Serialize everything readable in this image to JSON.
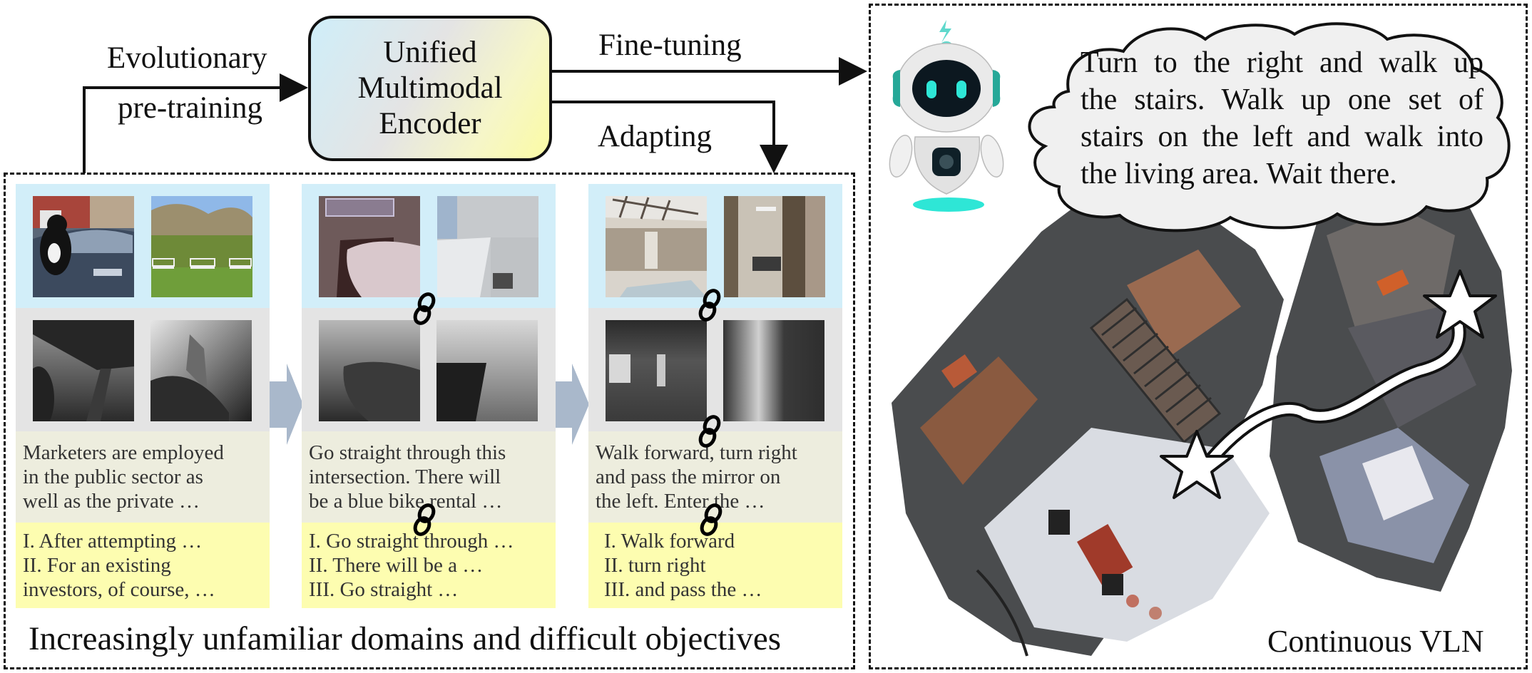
{
  "pipeline": {
    "pretrain_label_line1": "Evolutionary",
    "pretrain_label_line2": "pre-training",
    "encoder_lines": [
      "Unified",
      "Multimodal",
      "Encoder"
    ],
    "finetune_label": "Fine-tuning",
    "adapting_label": "Adapting"
  },
  "stages": [
    {
      "rgb_images": [
        "cat-on-car-photo",
        "park-benches-photo"
      ],
      "depth_images": [
        "depth-table-map",
        "depth-room-map"
      ],
      "description": "Marketers are employed\nin the public sector as\nwell as the private …",
      "steps": "I. After attempting …\nII. For an existing\ninvestors, of course, …"
    },
    {
      "rgb_images": [
        "bedroom-photo",
        "bathroom-photo"
      ],
      "depth_images": [
        "depth-bed-map",
        "depth-bathroom-map"
      ],
      "description": "Go straight through this\nintersection. There will\nbe a blue bike rental …",
      "steps": "I. Go straight through …\nII. There will be a …\nIII. Go straight …"
    },
    {
      "rgb_images": [
        "hall-ceiling-photo",
        "corridor-photo"
      ],
      "depth_images": [
        "depth-hall-map",
        "depth-corridor-map"
      ],
      "description": "Walk forward, turn right\nand pass the mirror on\nthe left. Enter the …",
      "steps": "I. Walk forward\nII. turn right\nIII. and pass the …"
    }
  ],
  "left_caption": "Increasingly unfamiliar domains and difficult objectives",
  "right_panel": {
    "instruction_lines": [
      "Turn to the right and walk up",
      "the stairs. Walk up one set of",
      "stairs on the left and walk into",
      "the living area. Wait there."
    ],
    "caption": "Continuous VLN"
  },
  "colors": {
    "rgb_section": "#d2eef9",
    "depth_section": "#e4e4e4",
    "description_section": "#ededde",
    "steps_section": "#fdfdb0",
    "stage_arrow": "#a9b8cb",
    "robot_accent": "#2ee6d6"
  }
}
